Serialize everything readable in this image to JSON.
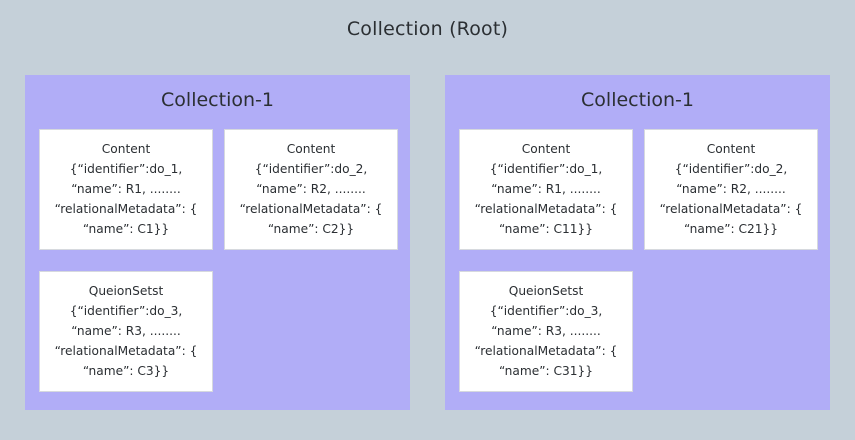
{
  "root": {
    "title": "Collection (Root)"
  },
  "collections": [
    {
      "title": "Collection-1",
      "cards": [
        {
          "title": "Content",
          "lines": [
            "{“identifier”:do_1,",
            "“name”: R1, ........",
            "“relationalMetadata”: {",
            "“name”: C1}}"
          ]
        },
        {
          "title": "Content",
          "lines": [
            "{“identifier”:do_2,",
            "“name”: R2, ........",
            "“relationalMetadata”: {",
            "“name”: C2}}"
          ]
        },
        {
          "title": "QueionSetst",
          "lines": [
            "{“identifier”:do_3,",
            "“name”: R3, ........",
            "“relationalMetadata”: {",
            "“name”: C3}}"
          ]
        }
      ]
    },
    {
      "title": "Collection-1",
      "cards": [
        {
          "title": "Content",
          "lines": [
            "{“identifier”:do_1,",
            "“name”: R1, ........",
            "“relationalMetadata”: {",
            "“name”: C11}}"
          ]
        },
        {
          "title": "Content",
          "lines": [
            "{“identifier”:do_2,",
            "“name”: R2, ........",
            "“relationalMetadata”: {",
            "“name”: C21}}"
          ]
        },
        {
          "title": "QueionSetst",
          "lines": [
            "{“identifier”:do_3,",
            "“name”: R3, ........",
            "“relationalMetadata”: {",
            "“name”: C31}}"
          ]
        }
      ]
    }
  ],
  "colors": {
    "background": "#c5d0d9",
    "collection_fill": "#b1adf7",
    "card_fill": "#ffffff",
    "text": "#2b2f33"
  }
}
